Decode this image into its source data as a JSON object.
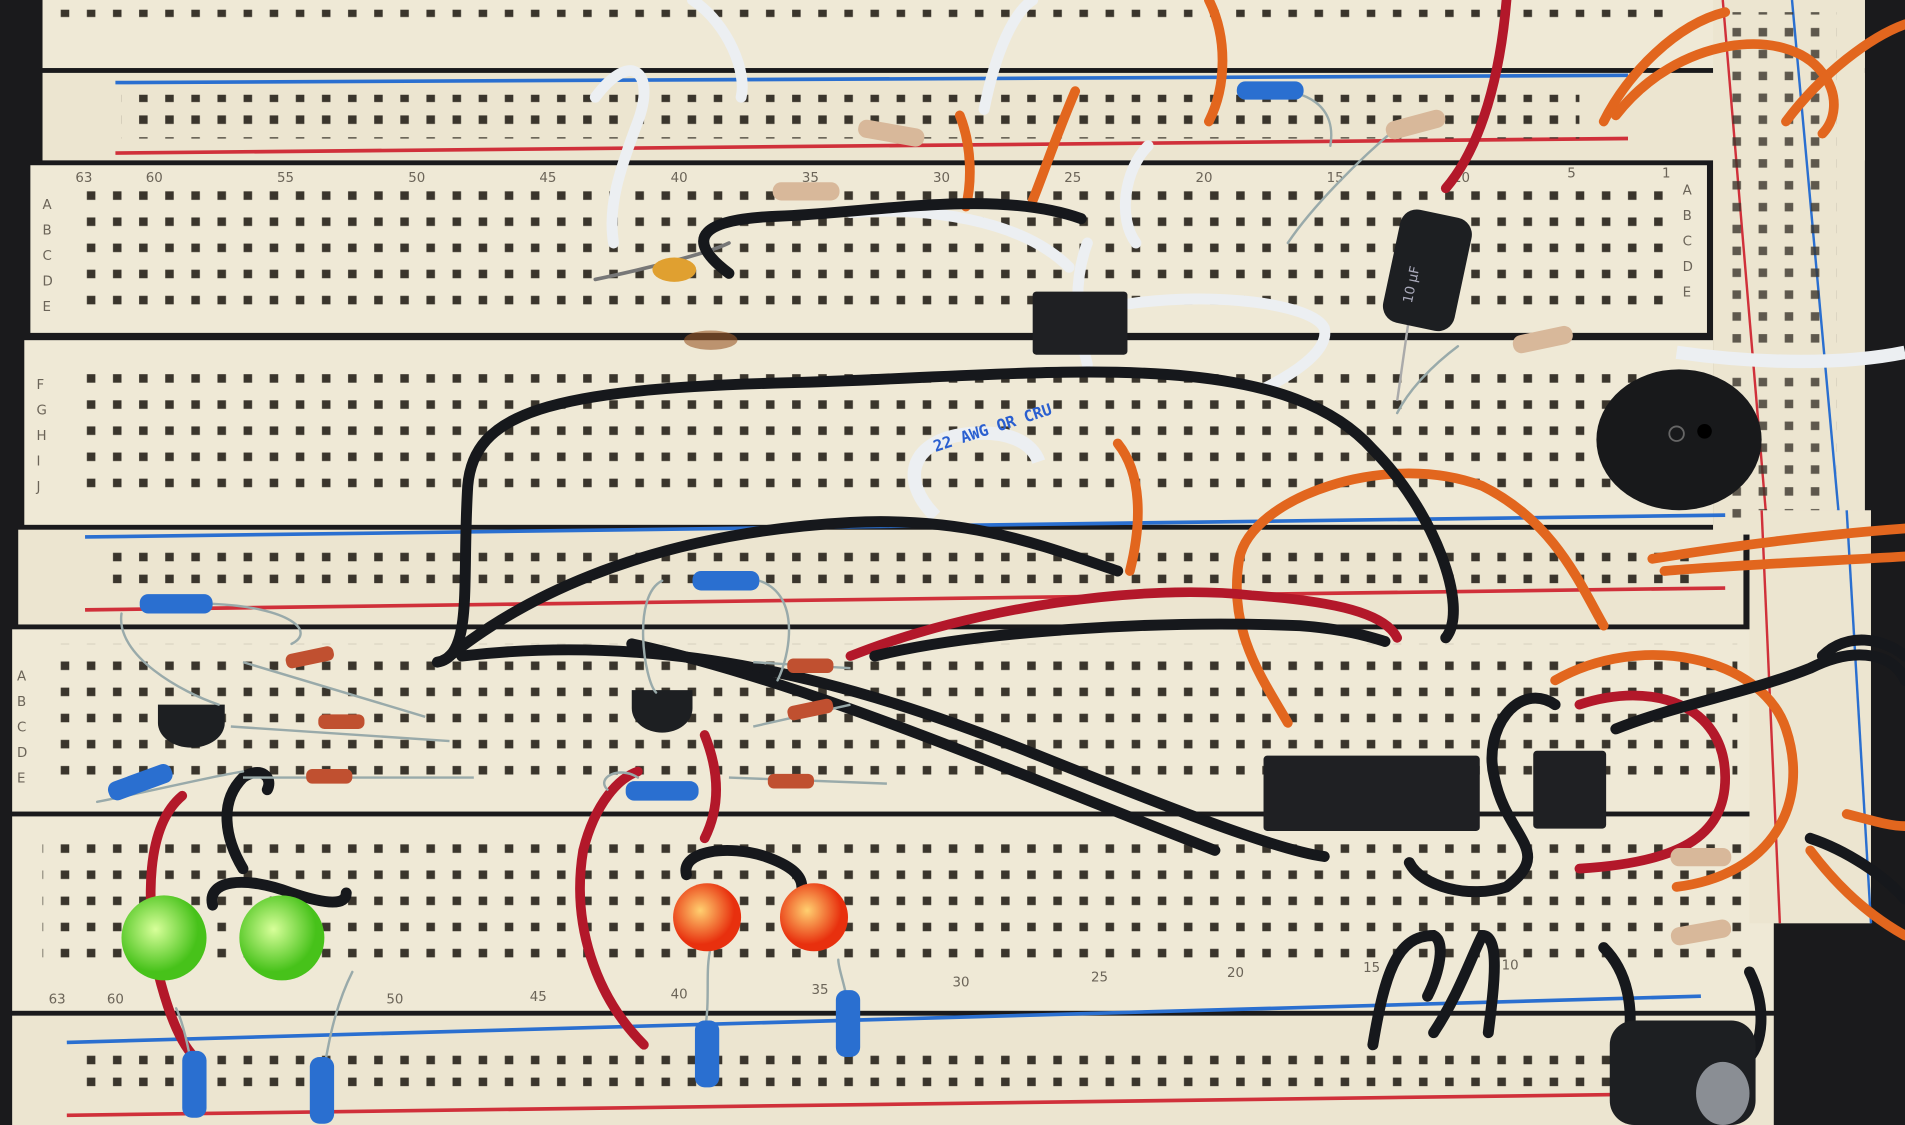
{
  "scene": "breadboard-circuit-photo",
  "column_numbers": [
    "63",
    "60",
    "55",
    "50",
    "45",
    "40",
    "35",
    "30",
    "25",
    "20",
    "15",
    "10",
    "5",
    "1"
  ],
  "row_letters_top": [
    "A",
    "B",
    "C",
    "D",
    "E"
  ],
  "row_letters_bottom": [
    "F",
    "G",
    "H",
    "I",
    "J"
  ],
  "wire_print": "22 AWG OR CRU",
  "capacitor_print": "10 µF",
  "colors": {
    "board": "#efe9d6",
    "hole": "#3a352c",
    "rail_blue": "#2a6fd0",
    "rail_red": "#d0303a",
    "wire_black": "#16181c",
    "wire_red": "#b3182a",
    "wire_orange": "#e2661e",
    "wire_white": "#eceff2",
    "led_green": "#7fe23a",
    "led_red": "#ff5a1e"
  }
}
